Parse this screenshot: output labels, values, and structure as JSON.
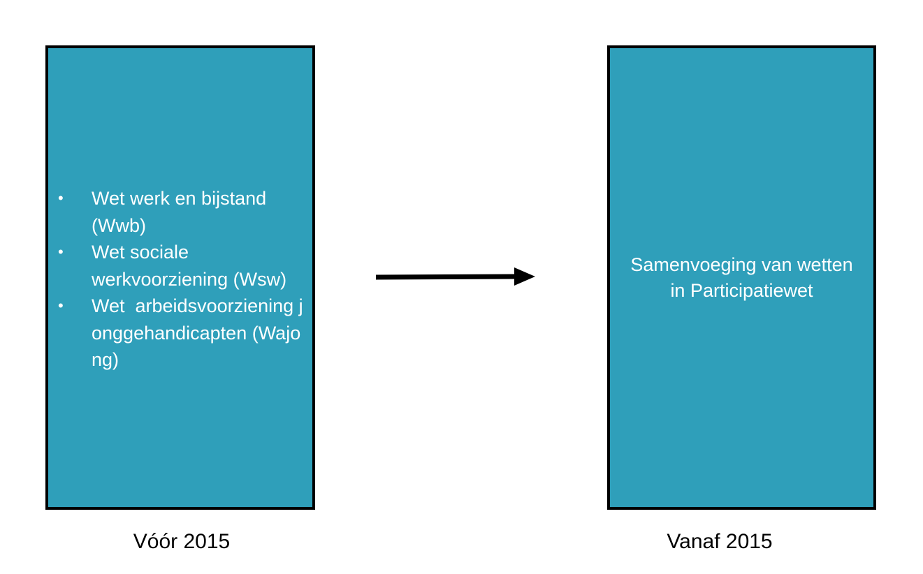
{
  "colors": {
    "box_fill": "#2f9fba",
    "box_border": "#000000",
    "arrow": "#000000",
    "box_text": "#ffffff",
    "caption_text": "#000000"
  },
  "left_box": {
    "items": [
      "Wet werk en bijstand (Wwb)",
      "Wet sociale werkvoorziening (Wsw)",
      "Wet  arbeidsvoorziening jonggehandicapten (Wajong)"
    ],
    "caption": "Vóór 2015"
  },
  "right_box": {
    "text": "Samenvoeging van wetten\nin Participatiewet",
    "caption": "Vanaf 2015"
  },
  "arrow": {
    "icon": "arrow-right-icon"
  }
}
